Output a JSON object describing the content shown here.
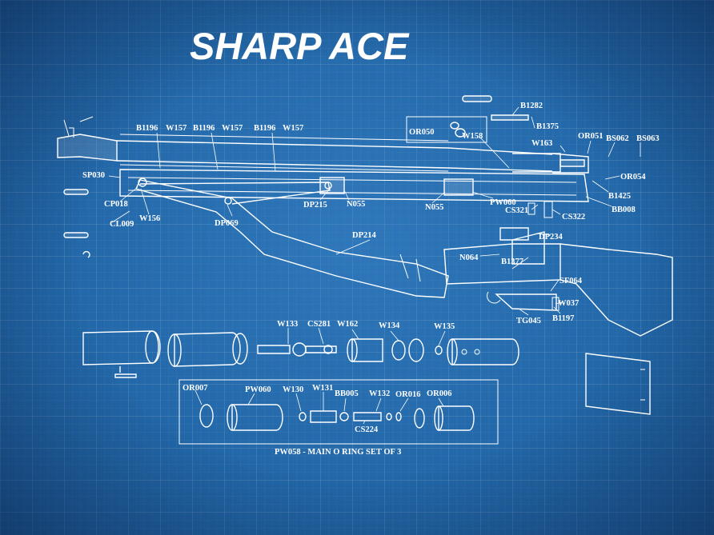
{
  "title": "SHARP ACE",
  "caption": "PW058 - MAIN O RING SET OF 3",
  "colors": {
    "background": "#2267a8",
    "lines": "#ffffff"
  },
  "parts": {
    "b1282": "B1282",
    "b1375": "B1375",
    "or050": "OR050",
    "w158": "W158",
    "or051": "OR051",
    "bs062": "BS062",
    "bs063": "BS063",
    "w163": "W163",
    "or054": "OR054",
    "b1425": "B1425",
    "bb008": "BB008",
    "b1196_a": "B1196",
    "w157_a": "W157",
    "b1196_b": "B1196",
    "w157_b": "W157",
    "b1196_c": "B1196",
    "w157_c": "W157",
    "sp030": "SP030",
    "cp018": "CP018",
    "w156": "W156",
    "cl009": "CL009",
    "dp069": "DP069",
    "dp215": "DP215",
    "n055_a": "N055",
    "n055_b": "N055",
    "pw060_a": "PW060",
    "cs321": "CS321",
    "cs322": "CS322",
    "dp234": "DP234",
    "dp214": "DP214",
    "n064": "N064",
    "b1377": "B1377",
    "sf064": "SF064",
    "w037": "W037",
    "b1197": "B1197",
    "tg045": "TG045",
    "w133": "W133",
    "cs281": "CS281",
    "w162": "W162",
    "w134": "W134",
    "w135": "W135",
    "or007": "OR007",
    "pw060_b": "PW060",
    "w130": "W130",
    "w131": "W131",
    "bb005": "BB005",
    "w132": "W132",
    "or016": "OR016",
    "or006": "OR006",
    "cs224": "CS224"
  }
}
